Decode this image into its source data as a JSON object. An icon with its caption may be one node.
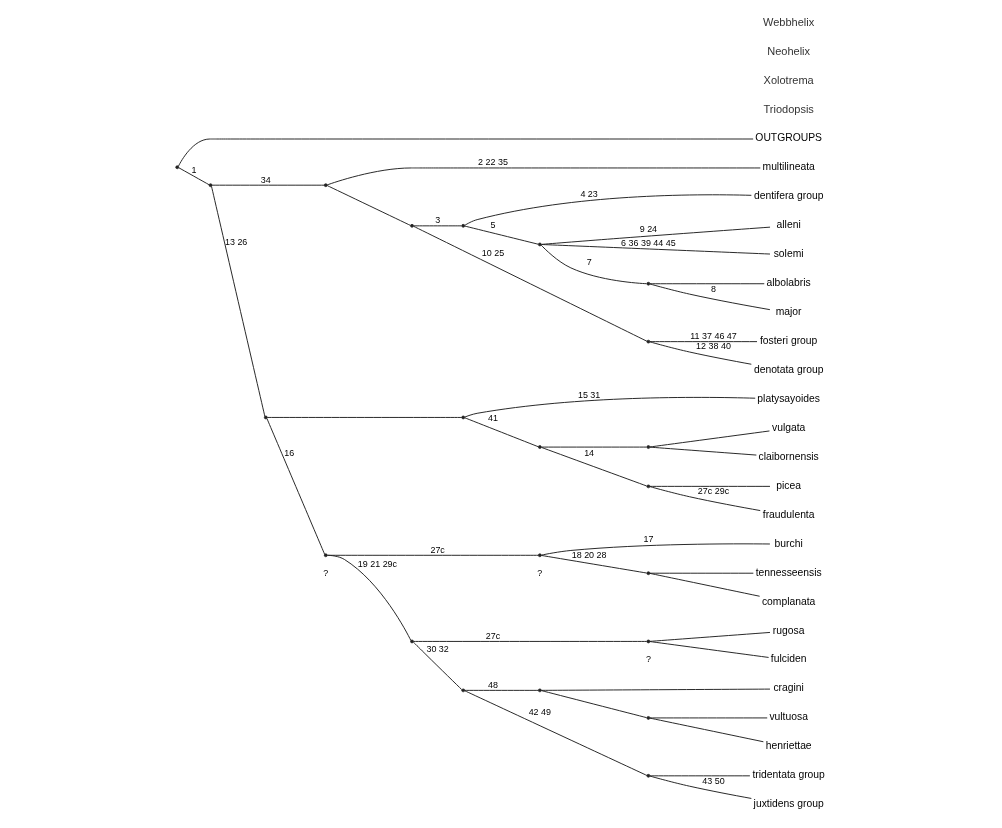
{
  "diagram": {
    "nodes": [
      {
        "text": [
          "OUTGROUPS"
        ]
      },
      {
        "text": [
          "multilineata"
        ]
      },
      {
        "text": [
          "albolabris"
        ]
      },
      {
        "text": [
          "major"
        ]
      },
      {
        "text": [
          "alleni"
        ]
      },
      {
        "text": [
          "solemi"
        ]
      },
      {
        "text": [
          "dentifera group"
        ]
      },
      {
        "text": [
          "fosteri group"
        ]
      },
      {
        "text": [
          "denotata group"
        ]
      },
      {
        "text": [
          "vulgata"
        ]
      },
      {
        "text": [
          "claibornensis"
        ]
      },
      {
        "text": [
          "picea"
        ]
      },
      {
        "text": [
          "fraudulenta"
        ]
      },
      {
        "text": [
          "platysayoides"
        ]
      },
      {
        "text": [
          "burchi"
        ]
      },
      {
        "text": [
          "tennesseensis"
        ]
      },
      {
        "text": [
          "complanata"
        ]
      },
      {
        "text": [
          "rugosa"
        ]
      },
      {
        "text": [
          "fulciden"
        ]
      },
      {
        "text": [
          "cragini"
        ]
      },
      {
        "text": [
          "vultuosa"
        ]
      },
      {
        "text": [
          "henriettae"
        ]
      },
      {
        "text": [
          "tridentata group"
        ]
      },
      {
        "text": [
          "juxtidens group"
        ]
      },
      {
        "text": [],
        "shape": "point"
      },
      {
        "text": [],
        "shape": "point"
      },
      {
        "text": [],
        "shape": "point"
      },
      {
        "text": [],
        "shape": "point"
      },
      {
        "text": [],
        "shape": "point"
      },
      {
        "text": [],
        "shape": "point"
      },
      {
        "text": [],
        "shape": "point"
      },
      {
        "text": [],
        "shape": "point"
      },
      {
        "text": [],
        "shape": "point"
      },
      {
        "text": [],
        "shape": "point"
      },
      {
        "text": [],
        "shape": "point"
      },
      {
        "text": [],
        "shape": "point"
      },
      {
        "text": [],
        "shape": "point"
      },
      {
        "text": [],
        "shape": "point",
        "beside": [
          "?"
        ]
      },
      {
        "text": [],
        "shape": "point",
        "beside": [
          "?"
        ]
      },
      {
        "text": [],
        "shape": "point"
      },
      {
        "text": [],
        "shape": "point"
      },
      {
        "text": [],
        "shape": "point",
        "beside": [
          "?"
        ]
      },
      {
        "text": [],
        "shape": "point"
      },
      {
        "text": [],
        "shape": "point"
      },
      {
        "text": [],
        "shape": "point"
      },
      {
        "text": [],
        "shape": "point"
      }
    ],
    "edges": [
      {
        "from": 24,
        "to": 0,
        "arrow": "none"
      },
      {
        "from": 24,
        "to": 25,
        "label": "1",
        "arrow": "none"
      },
      {
        "from": 25,
        "to": 26,
        "label": "34",
        "arrow": "none"
      },
      {
        "from": 25,
        "to": 27,
        "label": "13 26",
        "arrow": "none"
      },
      {
        "from": 26,
        "to": 1,
        "label": "2 22 35",
        "arrow": "none"
      },
      {
        "from": 26,
        "to": 28,
        "arrow": "none"
      },
      {
        "from": 28,
        "to": 29,
        "label": "3",
        "arrow": "none"
      },
      {
        "from": 28,
        "to": 32,
        "label": "10 25",
        "arrow": "none"
      },
      {
        "from": 29,
        "to": 30,
        "label": "5",
        "arrow": "none"
      },
      {
        "from": 29,
        "to": 6,
        "label": "4 23",
        "arrow": "none"
      },
      {
        "from": 30,
        "to": 31,
        "label": "7",
        "arrow": "none"
      },
      {
        "from": 30,
        "to": 4,
        "label": "9 24",
        "arrow": "none"
      },
      {
        "from": 30,
        "to": 5,
        "label": "6 36 39 44 45",
        "arrow": "none"
      },
      {
        "from": 31,
        "to": 2,
        "arrow": "none"
      },
      {
        "from": 31,
        "to": 3,
        "label": "8",
        "arrow": "none"
      },
      {
        "from": 32,
        "to": 7,
        "label": "11 37 46 47",
        "arrow": "none"
      },
      {
        "from": 32,
        "to": 8,
        "label": "12 38 40",
        "arrow": "none"
      },
      {
        "from": 27,
        "to": 33,
        "arrow": "none"
      },
      {
        "from": 27,
        "to": 37,
        "label": "16",
        "arrow": "none"
      },
      {
        "from": 33,
        "to": 34,
        "label": "41",
        "arrow": "none"
      },
      {
        "from": 33,
        "to": 13,
        "label": "15 31",
        "arrow": "none"
      },
      {
        "from": 34,
        "to": 35,
        "arrow": "none"
      },
      {
        "from": 34,
        "to": 36,
        "label": "14",
        "arrow": "none"
      },
      {
        "from": 35,
        "to": 9,
        "arrow": "none"
      },
      {
        "from": 35,
        "to": 10,
        "arrow": "none"
      },
      {
        "from": 36,
        "to": 11,
        "arrow": "none"
      },
      {
        "from": 36,
        "to": 12,
        "label": "27c 29c",
        "arrow": "none"
      },
      {
        "from": 37,
        "to": 38,
        "label": "27c",
        "arrow": "none"
      },
      {
        "from": 37,
        "to": 40,
        "label": "19 21 29c",
        "arrow": "none"
      },
      {
        "from": 38,
        "to": 14,
        "label": "17",
        "arrow": "none"
      },
      {
        "from": 38,
        "to": 39,
        "label": "18 20 28",
        "arrow": "none"
      },
      {
        "from": 39,
        "to": 15,
        "arrow": "none"
      },
      {
        "from": 39,
        "to": 16,
        "arrow": "none"
      },
      {
        "from": 40,
        "to": 41,
        "label": "27c",
        "arrow": "none"
      },
      {
        "from": 40,
        "to": 42,
        "label": "30 32",
        "arrow": "none"
      },
      {
        "from": 41,
        "to": 17,
        "arrow": "none"
      },
      {
        "from": 41,
        "to": 18,
        "arrow": "none"
      },
      {
        "from": 42,
        "to": 43,
        "label": "48",
        "arrow": "none"
      },
      {
        "from": 42,
        "to": 45,
        "label": "42 49",
        "arrow": "none"
      },
      {
        "from": 43,
        "to": 19,
        "arrow": "none"
      },
      {
        "from": 43,
        "to": 44,
        "arrow": "none"
      },
      {
        "from": 44,
        "to": 20,
        "arrow": "none"
      },
      {
        "from": 44,
        "to": 21,
        "arrow": "none"
      },
      {
        "from": 45,
        "to": 22,
        "arrow": "none"
      },
      {
        "from": 45,
        "to": 23,
        "label": "43 50",
        "arrow": "none"
      }
    ],
    "labels": [
      "Triodopsis",
      "Xolotrema",
      "Neohelix",
      "Webbhelix"
    ]
  }
}
